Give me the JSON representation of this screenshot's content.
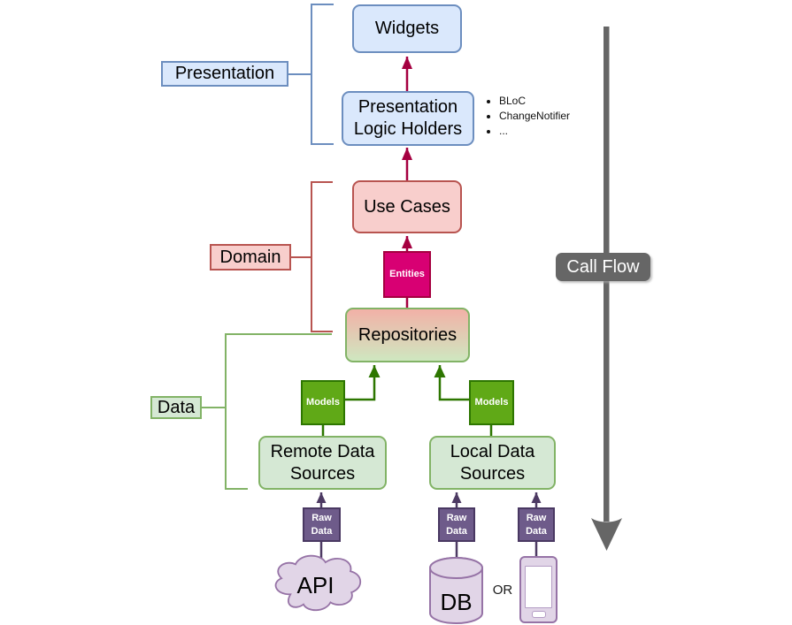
{
  "layers": {
    "presentation": {
      "label": "Presentation"
    },
    "domain": {
      "label": "Domain"
    },
    "data": {
      "label": "Data"
    }
  },
  "nodes": {
    "widgets": {
      "label": "Widgets"
    },
    "presentation_logic_holders": {
      "label": "Presentation\nLogic Holders",
      "bullets": [
        "BLoC",
        "ChangeNotifier",
        "..."
      ]
    },
    "use_cases": {
      "label": "Use Cases"
    },
    "entities": {
      "label": "Entities"
    },
    "repositories": {
      "label": "Repositories"
    },
    "models_remote": {
      "label": "Models"
    },
    "models_local": {
      "label": "Models"
    },
    "remote_data_sources": {
      "label": "Remote Data\nSources"
    },
    "local_data_sources": {
      "label": "Local Data\nSources"
    },
    "raw_data_api": {
      "label": "Raw\nData"
    },
    "raw_data_db": {
      "label": "Raw\nData"
    },
    "raw_data_device": {
      "label": "Raw\nData"
    },
    "api": {
      "label": "API"
    },
    "db": {
      "label": "DB"
    },
    "or_label": "OR"
  },
  "call_flow": {
    "label": "Call Flow"
  },
  "colors": {
    "presentation_fill": "#dae8fc",
    "presentation_border": "#6c8ebf",
    "domain_fill": "#f8cecc",
    "domain_border": "#b85450",
    "data_fill": "#d5e8d4",
    "data_border": "#82b366",
    "models_fill": "#60a917",
    "models_border": "#2d7600",
    "entities_fill": "#d80073",
    "entities_border": "#a50040",
    "raw_data_fill": "#6e5b8a",
    "raw_data_border": "#493862",
    "source_fill": "#e1d5e7",
    "source_border": "#9673a6",
    "arrow_crimson": "#a50040",
    "arrow_green": "#2d7600",
    "arrow_purple": "#4d3a63",
    "call_flow_gray": "#666666"
  }
}
